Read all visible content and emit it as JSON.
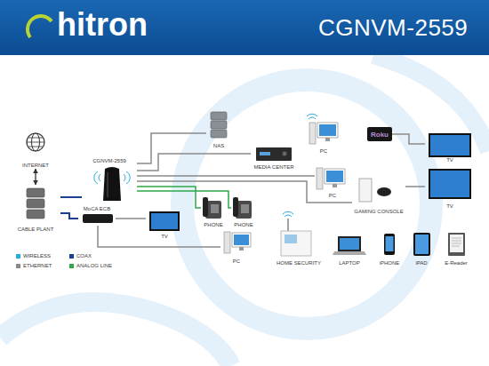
{
  "diagram": {
    "title": "CGNVM-2559",
    "nodes": [
      {
        "text": [
          "INTERNET"
        ]
      },
      {
        "text": [
          "CABLE PLANT"
        ]
      },
      {
        "text": [
          "CGNVM-2559"
        ]
      },
      {
        "text": [
          "MoCA ECB"
        ]
      },
      {
        "text": [
          "NAS"
        ]
      },
      {
        "text": [
          "MEDIA CENTER"
        ]
      },
      {
        "text": [
          "PC"
        ]
      },
      {
        "text": [
          "Roku"
        ]
      },
      {
        "text": [
          "TV"
        ]
      },
      {
        "text": [
          "PC"
        ]
      },
      {
        "text": [
          "GAMING CONSOLE"
        ]
      },
      {
        "text": [
          "TV"
        ]
      },
      {
        "text": [
          "TV"
        ]
      },
      {
        "text": [
          "PHONE"
        ]
      },
      {
        "text": [
          "PHONE"
        ]
      },
      {
        "text": [
          "PC"
        ]
      },
      {
        "text": [
          "HOME SECURITY"
        ]
      },
      {
        "text": [
          "LAPTOP"
        ]
      },
      {
        "text": [
          "iPHONE"
        ]
      },
      {
        "text": [
          "iPAD"
        ]
      },
      {
        "text": [
          "E-Reader"
        ]
      }
    ],
    "edges": [
      {
        "from": 0,
        "to": 1,
        "arrow": "both"
      },
      {
        "from": 1,
        "to": 2,
        "arrow": "none"
      },
      {
        "from": 1,
        "to": 3,
        "arrow": "none"
      },
      {
        "from": 2,
        "to": 4,
        "arrow": "none"
      },
      {
        "from": 2,
        "to": 5,
        "arrow": "none"
      },
      {
        "from": 2,
        "to": 9,
        "arrow": "none"
      },
      {
        "from": 2,
        "to": 10,
        "arrow": "none"
      },
      {
        "from": 2,
        "to": 13,
        "arrow": "none"
      },
      {
        "from": 2,
        "to": 14,
        "arrow": "none"
      },
      {
        "from": 3,
        "to": 12,
        "arrow": "none"
      },
      {
        "from": 3,
        "to": 15,
        "arrow": "none"
      },
      {
        "from": 7,
        "to": 8,
        "arrow": "none"
      },
      {
        "from": 10,
        "to": 11,
        "arrow": "none"
      }
    ],
    "labels": [
      "hitron"
    ],
    "legend": [
      {
        "text": "WIRELESS",
        "color": "#29abe2"
      },
      {
        "text": "COAX",
        "color": "#1c3f94"
      },
      {
        "text": "ETHERNET",
        "color": "#8a8a8a"
      },
      {
        "text": "ANALOG LINE",
        "color": "#2ea84a"
      }
    ]
  }
}
